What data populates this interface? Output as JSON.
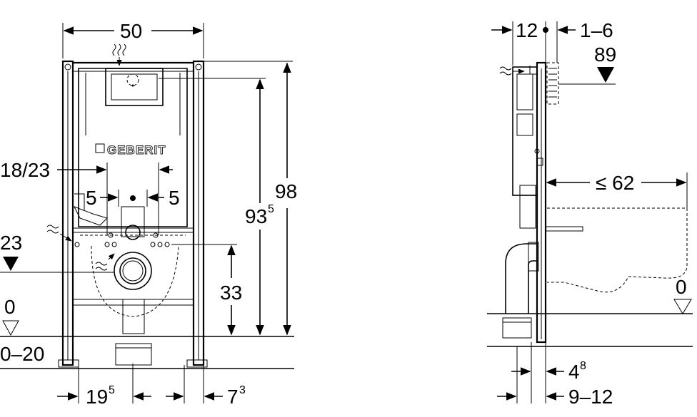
{
  "front_view": {
    "brand": "GEBERIT",
    "width": "50",
    "height_total": "98",
    "height_inner": "93",
    "height_inner_sup": "5",
    "spacing_top": "18/23",
    "offset_left": "5",
    "offset_right": "5",
    "level_23": "23",
    "height_33": "33",
    "floor_zero": "0",
    "floor_range": "0–20",
    "bottom_left": "19",
    "bottom_left_sup": "5",
    "bottom_right": "7",
    "bottom_right_sup": "3"
  },
  "side_view": {
    "depth_top": "12",
    "adjust_top": "1–6",
    "level_89": "89",
    "max_depth": "≤ 62",
    "floor_zero": "0",
    "depth_bottom": "4",
    "depth_bottom_sup": "8",
    "range_bottom": "9–12"
  }
}
